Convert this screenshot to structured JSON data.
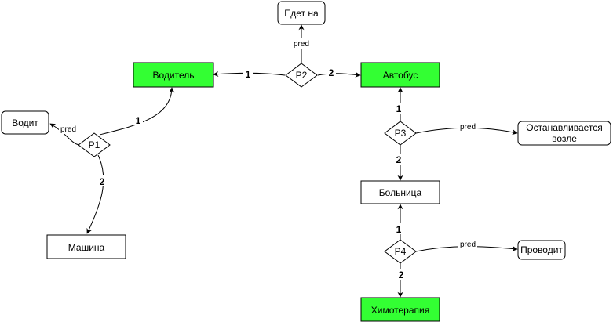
{
  "entities": {
    "driver": {
      "label": "Водитель",
      "fill": "#33ff33"
    },
    "bus": {
      "label": "Автобус",
      "fill": "#33ff33"
    },
    "hospital": {
      "label": "Больница",
      "fill": "#ffffff"
    },
    "car": {
      "label": "Машина",
      "fill": "#ffffff"
    },
    "chemo": {
      "label": "Химотерапия",
      "fill": "#33ff33"
    }
  },
  "predicates": {
    "p1": {
      "label": "P1",
      "pred": "Водит",
      "pred_edge_label": "pred",
      "arg1": "1",
      "arg2": "2"
    },
    "p2": {
      "label": "P2",
      "pred": "Едет на",
      "pred_edge_label": "pred",
      "arg1": "1",
      "arg2": "2"
    },
    "p3": {
      "label": "P3",
      "pred_line1": "Останавливается",
      "pred_line2": "возле",
      "pred_edge_label": "pred",
      "arg1": "1",
      "arg2": "2"
    },
    "p4": {
      "label": "P4",
      "pred": "Проводит",
      "pred_edge_label": "pred",
      "arg1": "1",
      "arg2": "2"
    }
  }
}
